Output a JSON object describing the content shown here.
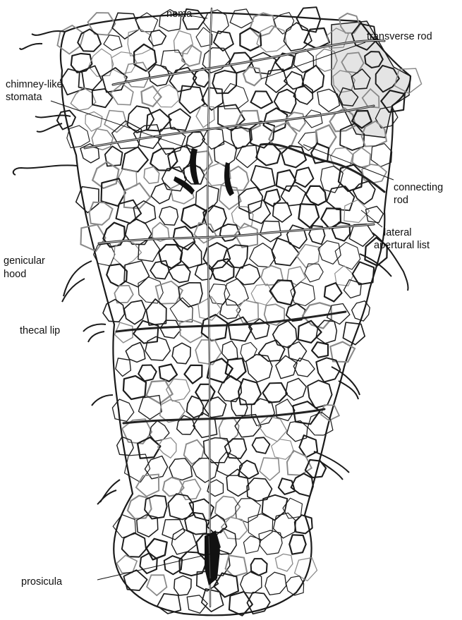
{
  "figure": {
    "labels": {
      "nema": "nema",
      "transverse_rod": "transverse rod",
      "chimney_line1": "chimney-like",
      "chimney_line2": "stomata",
      "connecting_line1": "connecting",
      "connecting_line2": "rod",
      "lateral_line1": "lateral",
      "lateral_line2": "apertural list",
      "genicular_line1": "genicular",
      "genicular_line2": "hood",
      "thecal_lip": "thecal lip",
      "prosicula": "prosicula"
    },
    "colors": {
      "background": "#ffffff",
      "ink": "#111111",
      "membrane": "#e4e4e4"
    }
  }
}
